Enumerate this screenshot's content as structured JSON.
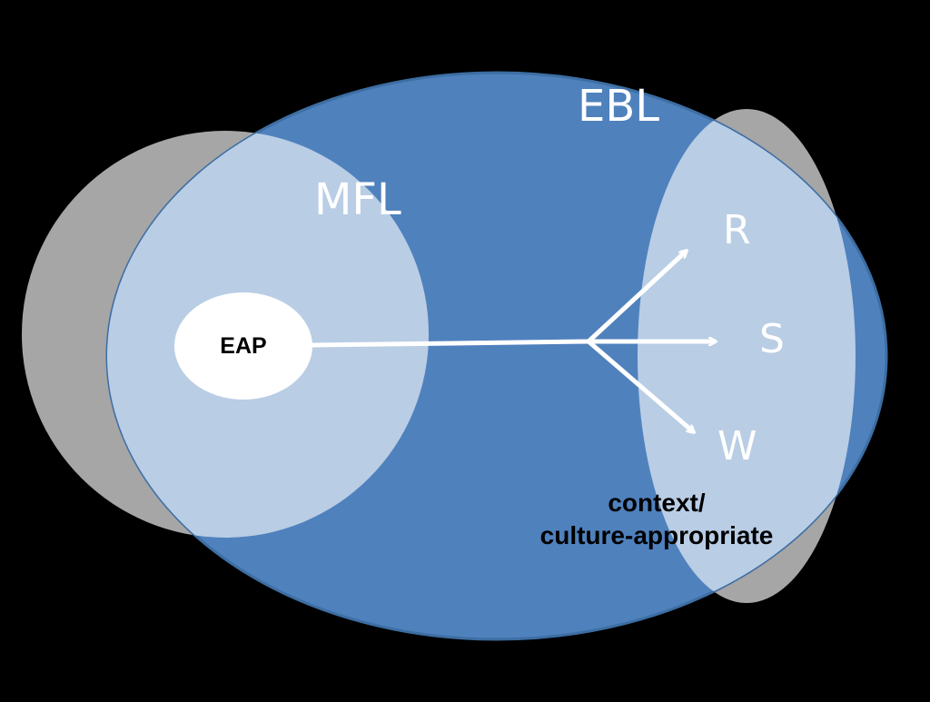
{
  "colors": {
    "background": "#000000",
    "ebl_fill": "#4f81bd",
    "ebl_stroke": "#3d6ea3",
    "grey_fill": "#a6a6a6",
    "light_fill": "#b9cde5",
    "eap_fill": "#ffffff",
    "arrow": "#ffffff"
  },
  "labels": {
    "ebl": "EBL",
    "mfl": "MFL",
    "eap": "EAP",
    "r": "R",
    "s": "S",
    "w": "W",
    "context_line1": "context/",
    "context_line2": "culture-appropriate"
  },
  "icons": {
    "arrow": "arrow-icon"
  }
}
